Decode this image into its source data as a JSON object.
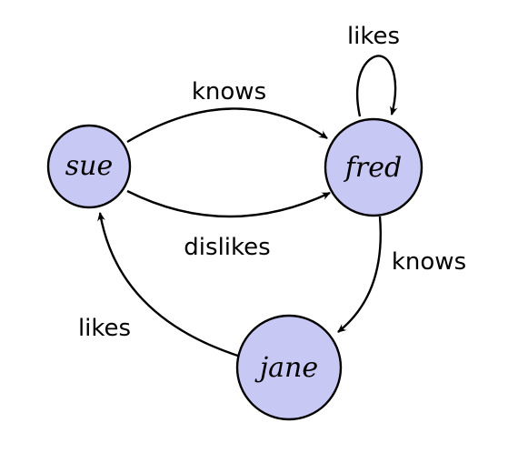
{
  "nodes": {
    "sue": {
      "label": "sue"
    },
    "fred": {
      "label": "fred"
    },
    "jane": {
      "label": "jane"
    }
  },
  "edges": {
    "sue_knows_fred": {
      "label": "knows"
    },
    "sue_dislikes_fred": {
      "label": "dislikes"
    },
    "fred_likes_fred": {
      "label": "likes"
    },
    "fred_knows_jane": {
      "label": "knows"
    },
    "jane_likes_sue": {
      "label": "likes"
    }
  },
  "colors": {
    "node_fill": "#c8c8f4",
    "stroke": "#000000",
    "background": "#ffffff"
  }
}
